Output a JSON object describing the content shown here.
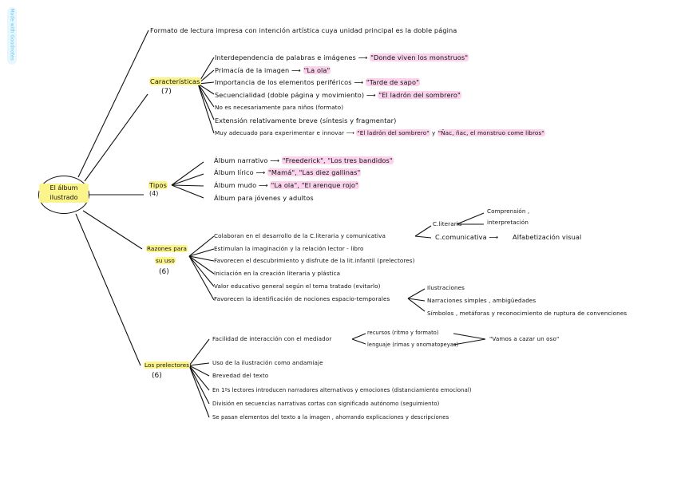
{
  "watermark": "Made with Goodnotes",
  "root": {
    "line1": "El álbum",
    "line2": "ilustrado"
  },
  "definition": "Formato de lectura impresa con intención artística cuya unidad principal es la doble página",
  "branches": {
    "caracteristicas": {
      "title": "Características",
      "count": "(7)",
      "items": [
        {
          "text": "Interdependencia de palabras e imágenes ⟶",
          "example": "\"Donde viven los monstruos\""
        },
        {
          "text": "Primacía de la imagen ⟶",
          "example": "\"La ola\""
        },
        {
          "text": "Importancia de los elementos periféricos ⟶",
          "example": "\"Tarde de sapo\""
        },
        {
          "text": "Secuencialidad (doble página y movimiento) ⟶",
          "example": "\"El ladrón del sombrero\""
        },
        {
          "text": "No es necesariamente para niños (formato)",
          "example": ""
        },
        {
          "text": "Extensión relativamente breve (síntesis y fragmentar)",
          "example": ""
        },
        {
          "text": "Muy adecuado para experimentar e innovar ⟶",
          "example": "\"El ladrón del sombrero\"",
          "connector": "y",
          "example2": "\"Ñac, ñac, el monstruo come libros\""
        }
      ]
    },
    "tipos": {
      "title": "Tipos",
      "count": "(4)",
      "items": [
        {
          "text": "Álbum narrativo ⟶",
          "example": "\"Freederick\", \"Los tres bandidos\""
        },
        {
          "text": "Álbum lírico ⟶",
          "example": "\"Mamá\", \"Las diez gallinas\""
        },
        {
          "text": "Álbum mudo ⟶",
          "example": "\"La ola\", \"El arenque rojo\""
        },
        {
          "text": "Álbum para jóvenes y adultos",
          "example": ""
        }
      ]
    },
    "razones": {
      "title1": "Razones para",
      "title2": "su uso",
      "count": "(6)",
      "items": [
        {
          "text": "Colaboran en el desarrollo de la C.literaria y comunicativa"
        },
        {
          "text": "Estimulan la imaginación y la relación lector - libro"
        },
        {
          "text": "Favorecen el descubrimiento y disfrute de la lit.infantil (prelectores)"
        },
        {
          "text": "Iniciación en la creación literaria y plástica"
        },
        {
          "text": "Valor educativo general según el tema tratado (evitarlo)"
        },
        {
          "text": "Favorecen la identificación de nociones espacio-temporales"
        }
      ],
      "competencias": {
        "literaria": "C.literaria",
        "literaria_sub": [
          "Comprensión ,",
          "interpretación"
        ],
        "comunicativa": "C.comunicativa ⟶",
        "comunicativa_sub": "Alfabetización visual"
      },
      "nociones": [
        "Ilustraciones",
        "Narraciones simples , ambigüedades",
        "Símbolos , metáforas y reconocimiento de ruptura de convenciones"
      ]
    },
    "prelectores": {
      "title": "Los prelectores",
      "count": "(6)",
      "items": [
        {
          "text": "Facilidad de interacción con el mediador"
        },
        {
          "text": "Uso de la ilustración como andamiaje"
        },
        {
          "text": "Brevedad del texto"
        },
        {
          "text": "En 1ºs lectores introducen narradores alternativos y emociones (distanciamiento emocional)"
        },
        {
          "text": "División en secuencias narrativas cortas con significado autónomo (seguimiento)"
        },
        {
          "text": "Se pasan elementos del texto a la imagen , ahorrando explicaciones y descripciones"
        }
      ],
      "mediador": {
        "recursos": "recursos (ritmo y formato)",
        "lenguaje": "lenguaje (rimas y onomatopeyas)",
        "example": "\"Vamos a cazar un oso\""
      }
    }
  },
  "colors": {
    "highlight_yellow": "#fbf48a",
    "highlight_pink": "#fbd3ec",
    "ink": "#111111",
    "watermark": "#6cc8ee"
  }
}
